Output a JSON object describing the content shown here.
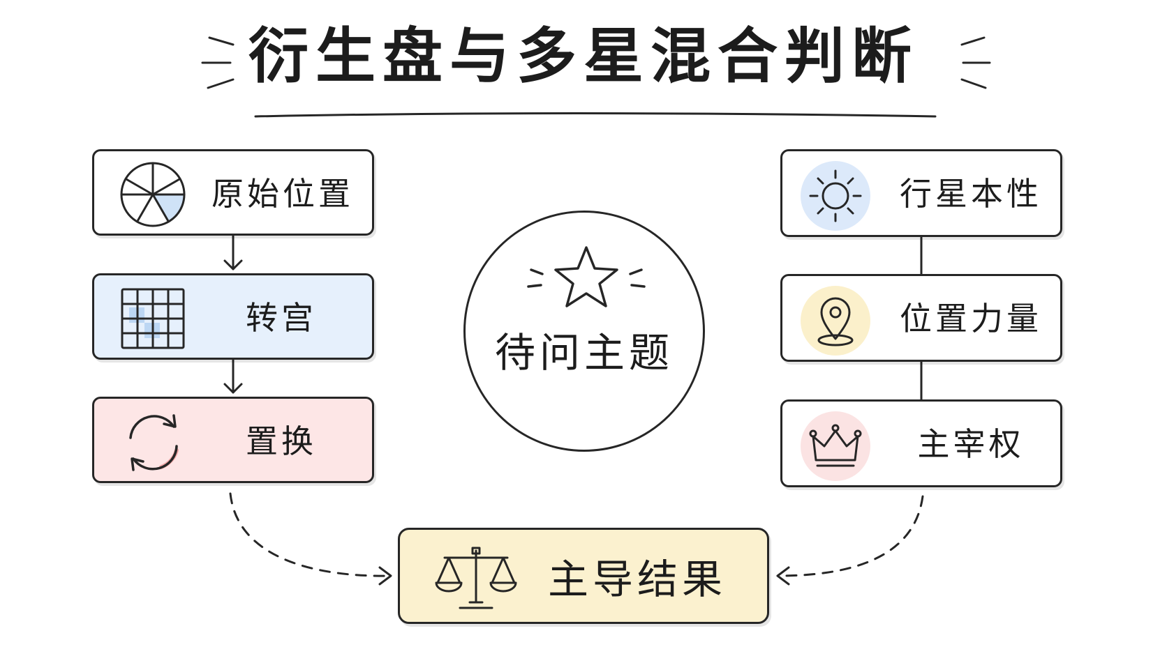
{
  "title": "衍生盘与多星混合判断",
  "left_chain": {
    "original_position": {
      "label": "原始位置",
      "icon": "wheel-chart-icon",
      "accent": "#cfe2f7"
    },
    "house_transfer": {
      "label": "转宫",
      "icon": "grid-icon",
      "fill": "#e6f0fc"
    },
    "replacement": {
      "label": "置换",
      "icon": "cycle-arrows-icon",
      "fill": "#fde6e6"
    }
  },
  "center": {
    "label": "待问主题",
    "icon": "star-icon"
  },
  "right_chain": {
    "planet_nature": {
      "label": "行星本性",
      "icon": "sun-icon",
      "badge": "#dce9fa"
    },
    "position_strength": {
      "label": "位置力量",
      "icon": "location-pin-icon",
      "badge": "#fbf0cb"
    },
    "rulership": {
      "label": "主宰权",
      "icon": "crown-icon",
      "badge": "#fbe3e3"
    }
  },
  "result": {
    "label": "主导结果",
    "icon": "balance-scale-icon",
    "fill": "#fbf1cf"
  }
}
